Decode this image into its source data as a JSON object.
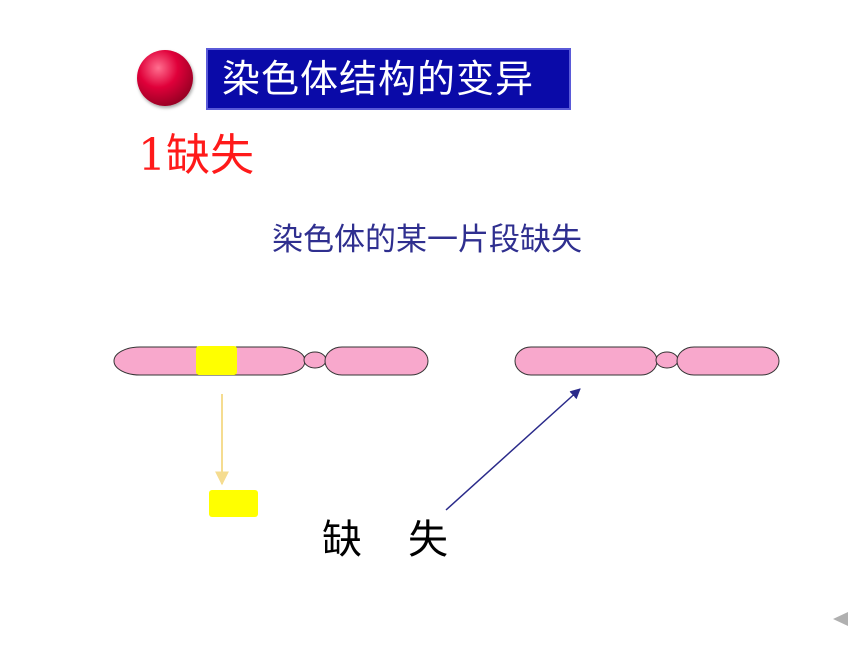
{
  "slide": {
    "title": "染色体结构的变异",
    "section_heading": "1缺失",
    "description": "染色体的某一片段缺失",
    "label_char_1": "缺",
    "label_char_2": "失"
  },
  "colors": {
    "chromosome_fill": "#f8a8cc",
    "segment_fill": "#ffff00",
    "title_background": "#0a0aa8",
    "heading_red": "#ff1a1a",
    "description_blue": "#2f2f8f",
    "arrow_blue": "#2a2a8a",
    "arrow_pale": "#f5dc90"
  },
  "icons": {
    "bullet": "red-sphere-bullet-icon",
    "nav": "triangle-left-icon"
  }
}
